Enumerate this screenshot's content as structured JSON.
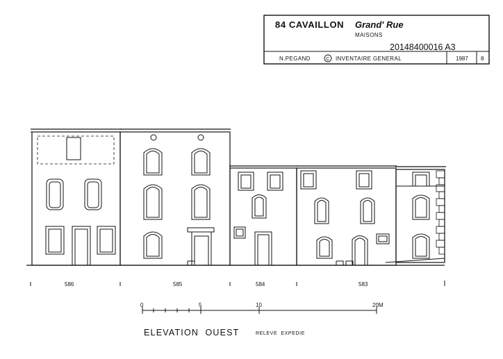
{
  "cartouche": {
    "place": "84 CAVAILLON",
    "street": "Grand' Rue",
    "subject": "MAISONS",
    "reference": "20148400016 A3",
    "author": "N.PEGAND",
    "copyright_symbol": "©",
    "institution": "INVENTAIRE GENERAL",
    "year": "1987",
    "sheet_number": "8"
  },
  "parcels": [
    "586",
    "585",
    "584",
    "583"
  ],
  "scale_bar": {
    "ticks": [
      "0",
      "5",
      "10",
      "20M"
    ]
  },
  "caption": {
    "title": "ELEVATION  OUEST",
    "note": "RELEVE  EXPEDIE"
  }
}
